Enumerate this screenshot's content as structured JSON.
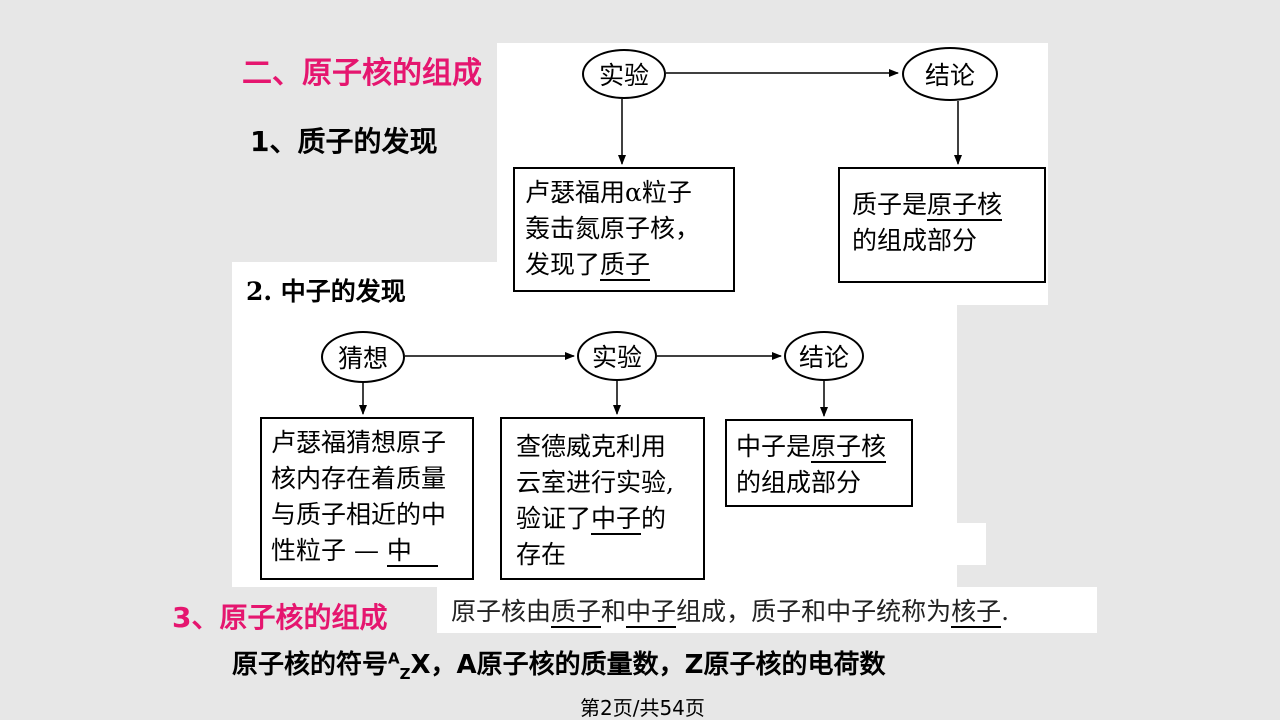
{
  "section2": {
    "title": "二、原子核的组成",
    "sub1": "1、质子的发现"
  },
  "proton": {
    "experiment": "实验",
    "conclusion": "结论",
    "box_left": {
      "line1": "卢瑟福用α粒子",
      "line2": "轰击氮原子核，",
      "line3_prefix": "发现了",
      "line3_answer": "质子"
    },
    "box_right": {
      "line1_prefix": "质子是",
      "line1_answer": "原子核",
      "line2": "的组成部分"
    }
  },
  "neutron": {
    "title": "2. 中子的发现",
    "guess": "猜想",
    "experiment": "实验",
    "conclusion": "结论",
    "box_guess": {
      "line1": "卢瑟福猜想原子",
      "line2": "核内存在着质量",
      "line3": "与质子相近的中",
      "line4_prefix": "性粒子 —",
      "line4_answer": "中"
    },
    "box_exp": {
      "line1": "查德威克利用",
      "line2": "云室进行实验,",
      "line3_prefix": "验证了",
      "line3_answer": "中子",
      "line3_suffix": "的",
      "line4": "存在"
    },
    "box_concl": {
      "line1_prefix": "中子是",
      "line1_answer": "原子核",
      "line2": "的组成部分"
    }
  },
  "section3": {
    "title": "3、原子核的组成",
    "sentence": {
      "p1": "原子核由",
      "a1": "质子",
      "p2": "和",
      "a2": "中子",
      "p3": "组成，质子和中子统称为",
      "a3": "核子",
      "p4": "."
    },
    "symbol_line": {
      "p1": "原子核的符号",
      "sup": "A",
      "sub": "Z",
      "p2": "X，A原子核的质量数，Z原子核的电荷数"
    }
  },
  "footer": {
    "page": "第2页/共54页"
  }
}
